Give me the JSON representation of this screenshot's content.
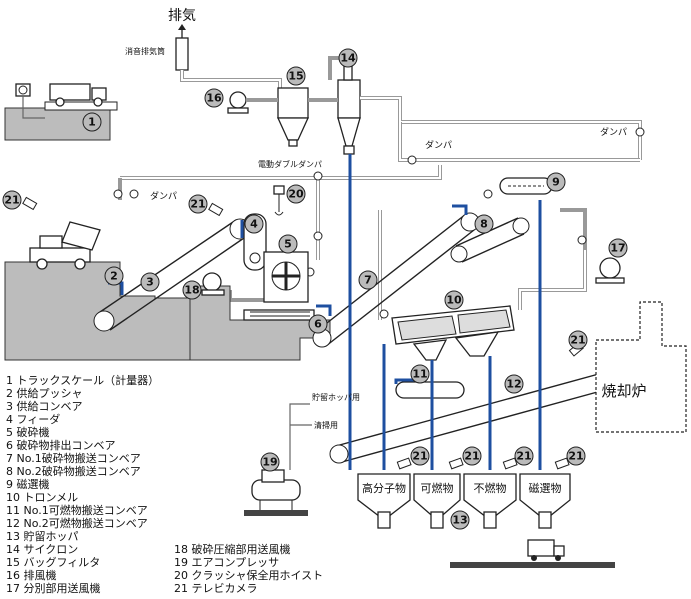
{
  "exhaust_label": "排気",
  "silencer_label": "消音排気筒",
  "damper_label": "ダンパ",
  "electric_damper_label": "電動ダブルダンパ",
  "incinerator_label": "焼却炉",
  "storage_hopper_label": "貯留ホッパ用",
  "cleaning_label": "清掃用",
  "hoppers": [
    "高分子物",
    "可燃物",
    "不燃物",
    "磁選物"
  ],
  "legend_left": [
    "1 トラックスケール（計量器）",
    "2 供給プッシャ",
    "3 供給コンベア",
    "4 フィーダ",
    "5 破砕機",
    "6 破砕物排出コンベア",
    "7 No.1破砕物搬送コンベア",
    "8 No.2破砕物搬送コンベア",
    "9 磁選機",
    "10 トロンメル",
    "11 No.1可燃物搬送コンベア",
    "12 No.2可燃物搬送コンベア",
    "13 貯留ホッパ",
    "14 サイクロン",
    "15 バッグフィルタ",
    "16 排風機",
    "17 分別部用送風機"
  ],
  "legend_right": [
    "18 破砕圧縮部用送風機",
    "19 エアコンプレッサ",
    "20 クラッシャ保全用ホイスト",
    "21 テレビカメラ"
  ],
  "markers": [
    "1",
    "2",
    "3",
    "4",
    "5",
    "6",
    "7",
    "8",
    "9",
    "10",
    "11",
    "12",
    "13",
    "14",
    "15",
    "16",
    "17",
    "18",
    "19",
    "20",
    "21"
  ]
}
